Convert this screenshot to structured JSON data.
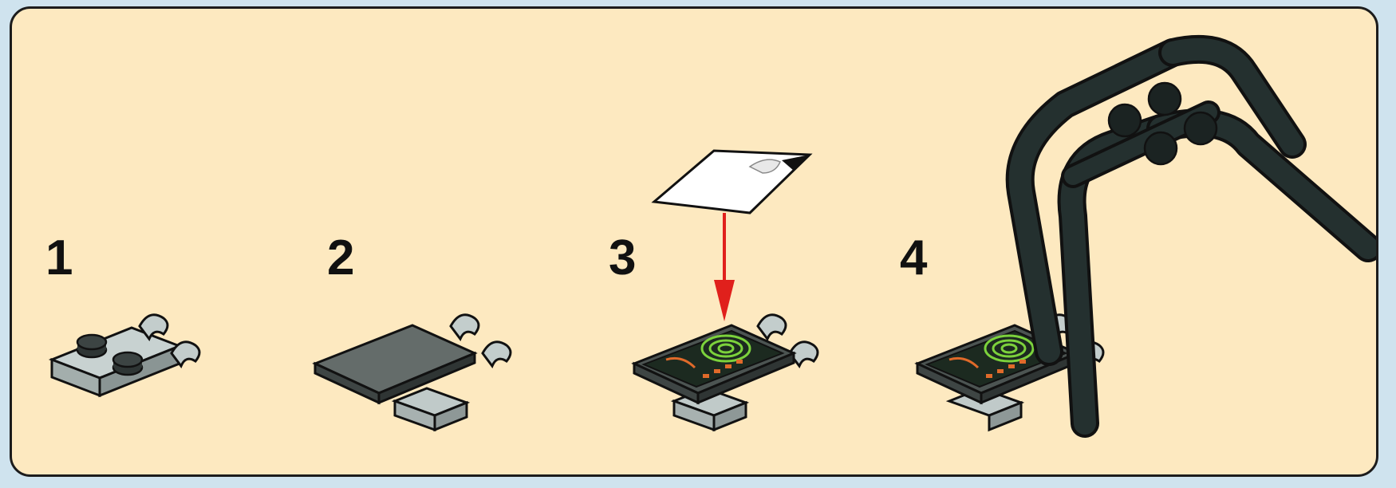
{
  "steps": [
    {
      "number": "1"
    },
    {
      "number": "2"
    },
    {
      "number": "3"
    },
    {
      "number": "4"
    }
  ],
  "colors": {
    "background": "#fde9c0",
    "frame": "#1c1c1c",
    "light_gray_part": "#b9c4c3",
    "dark_gray_tile": "#5e6664",
    "black_frame_part": "#24302f",
    "arrow": "#e0201c",
    "screen_green": "#7cd23c"
  }
}
